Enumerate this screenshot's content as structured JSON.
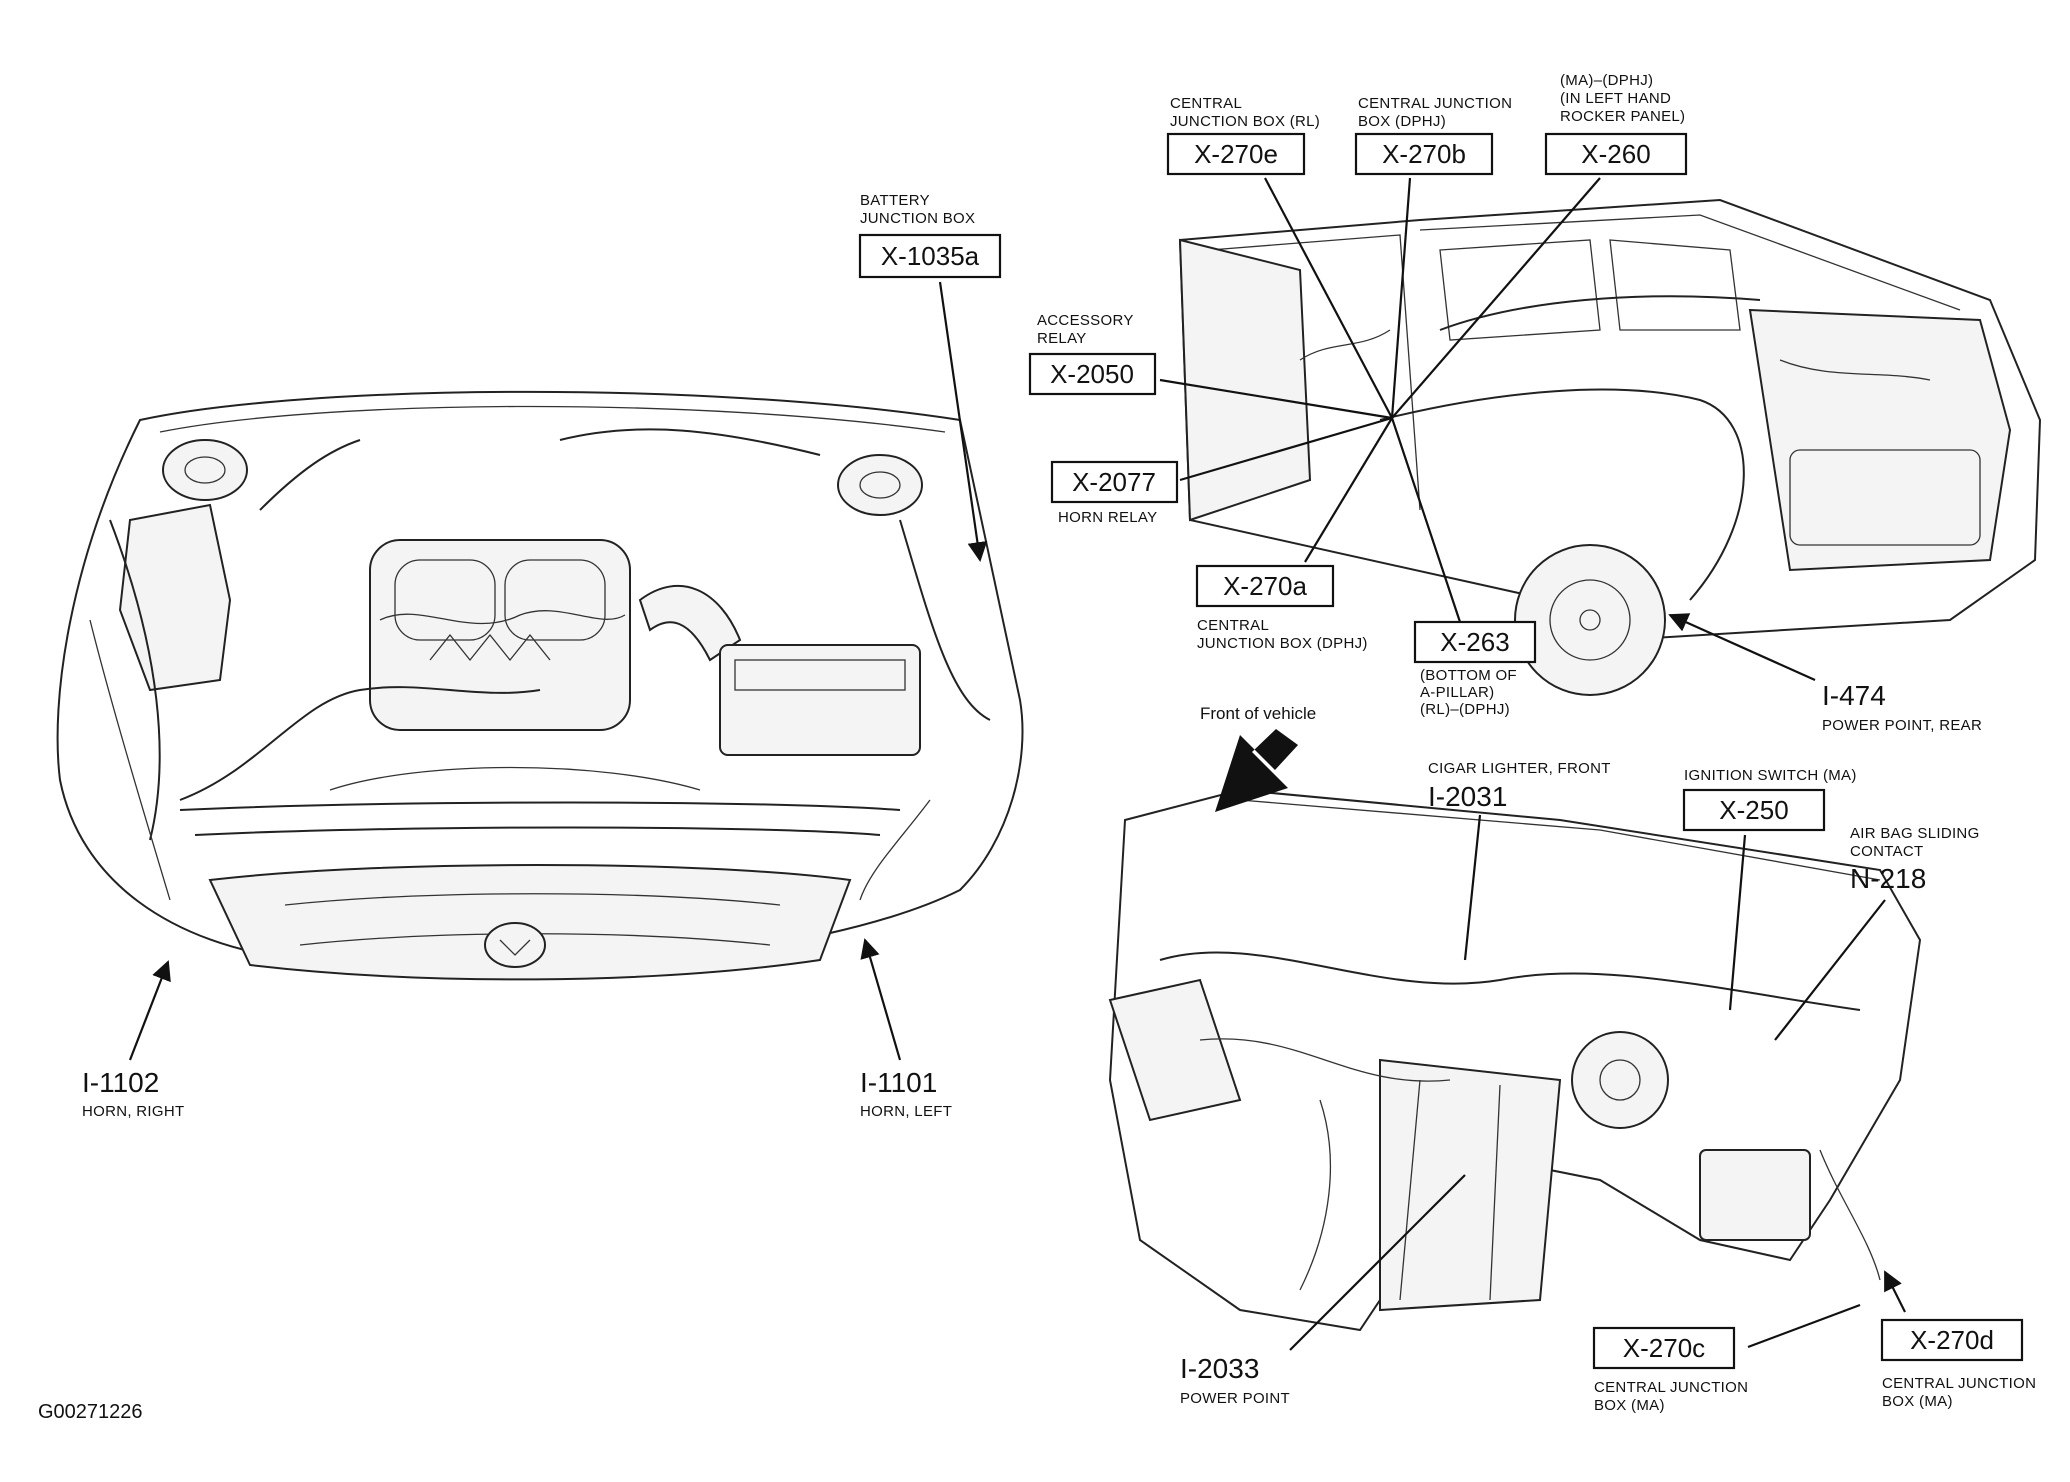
{
  "figure_id": "G00271226",
  "front_label": "Front of vehicle",
  "callouts": {
    "x1035a": {
      "code": "X-1035a",
      "desc": [
        "BATTERY",
        "JUNCTION BOX"
      ]
    },
    "i1102": {
      "code": "I-1102",
      "desc": [
        "HORN, RIGHT"
      ]
    },
    "i1101": {
      "code": "I-1101",
      "desc": [
        "HORN, LEFT"
      ]
    },
    "x270e": {
      "code": "X-270e",
      "desc": [
        "CENTRAL",
        "JUNCTION BOX (RL)"
      ]
    },
    "x270b": {
      "code": "X-270b",
      "desc": [
        "CENTRAL JUNCTION",
        "BOX (DPHJ)"
      ]
    },
    "x260": {
      "code": "X-260",
      "desc": [
        "(MA)–(DPHJ)",
        "(IN LEFT HAND",
        "ROCKER PANEL)"
      ]
    },
    "x2050": {
      "code": "X-2050",
      "desc": [
        "ACCESSORY",
        "RELAY"
      ]
    },
    "x2077": {
      "code": "X-2077",
      "desc": [
        "HORN RELAY"
      ]
    },
    "x270a": {
      "code": "X-270a",
      "desc": [
        "CENTRAL",
        "JUNCTION BOX (DPHJ)"
      ]
    },
    "x263": {
      "code": "X-263",
      "desc": [
        "(BOTTOM OF",
        "A-PILLAR)",
        "(RL)–(DPHJ)"
      ]
    },
    "i474": {
      "code": "I-474",
      "desc": [
        "POWER POINT, REAR"
      ]
    },
    "i2031": {
      "code": "I-2031",
      "desc": [
        "CIGAR LIGHTER, FRONT"
      ]
    },
    "x250": {
      "code": "X-250",
      "desc": [
        "IGNITION SWITCH (MA)"
      ]
    },
    "n218": {
      "code": "N-218",
      "desc": [
        "AIR BAG SLIDING",
        "CONTACT"
      ]
    },
    "i2033": {
      "code": "I-2033",
      "desc": [
        "POWER POINT"
      ]
    },
    "x270c": {
      "code": "X-270c",
      "desc": [
        "CENTRAL JUNCTION",
        "BOX (MA)"
      ]
    },
    "x270d": {
      "code": "X-270d",
      "desc": [
        "CENTRAL JUNCTION",
        "BOX (MA)"
      ]
    }
  }
}
